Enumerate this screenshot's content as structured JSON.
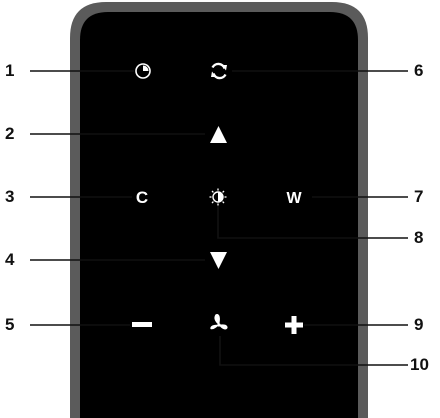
{
  "callouts": [
    {
      "id": "1",
      "label": "1"
    },
    {
      "id": "2",
      "label": "2"
    },
    {
      "id": "3",
      "label": "3"
    },
    {
      "id": "4",
      "label": "4"
    },
    {
      "id": "5",
      "label": "5"
    },
    {
      "id": "6",
      "label": "6"
    },
    {
      "id": "7",
      "label": "7"
    },
    {
      "id": "8",
      "label": "8"
    },
    {
      "id": "9",
      "label": "9"
    },
    {
      "id": "10",
      "label": "10"
    }
  ],
  "buttons": {
    "timer": {
      "icon": "clock-icon"
    },
    "cycle": {
      "icon": "refresh-icon"
    },
    "up": {
      "icon": "triangle-up-icon"
    },
    "cool": {
      "label": "C"
    },
    "brightness": {
      "icon": "light-icon"
    },
    "warm": {
      "label": "W"
    },
    "down": {
      "icon": "triangle-down-icon"
    },
    "minus": {
      "icon": "minus-icon"
    },
    "fan": {
      "icon": "fan-icon"
    },
    "plus": {
      "icon": "plus-icon"
    }
  },
  "colors": {
    "panel_frame": "#5a5a5a",
    "panel_face": "#000000",
    "icon": "#ffffff",
    "leader": "#111111"
  }
}
